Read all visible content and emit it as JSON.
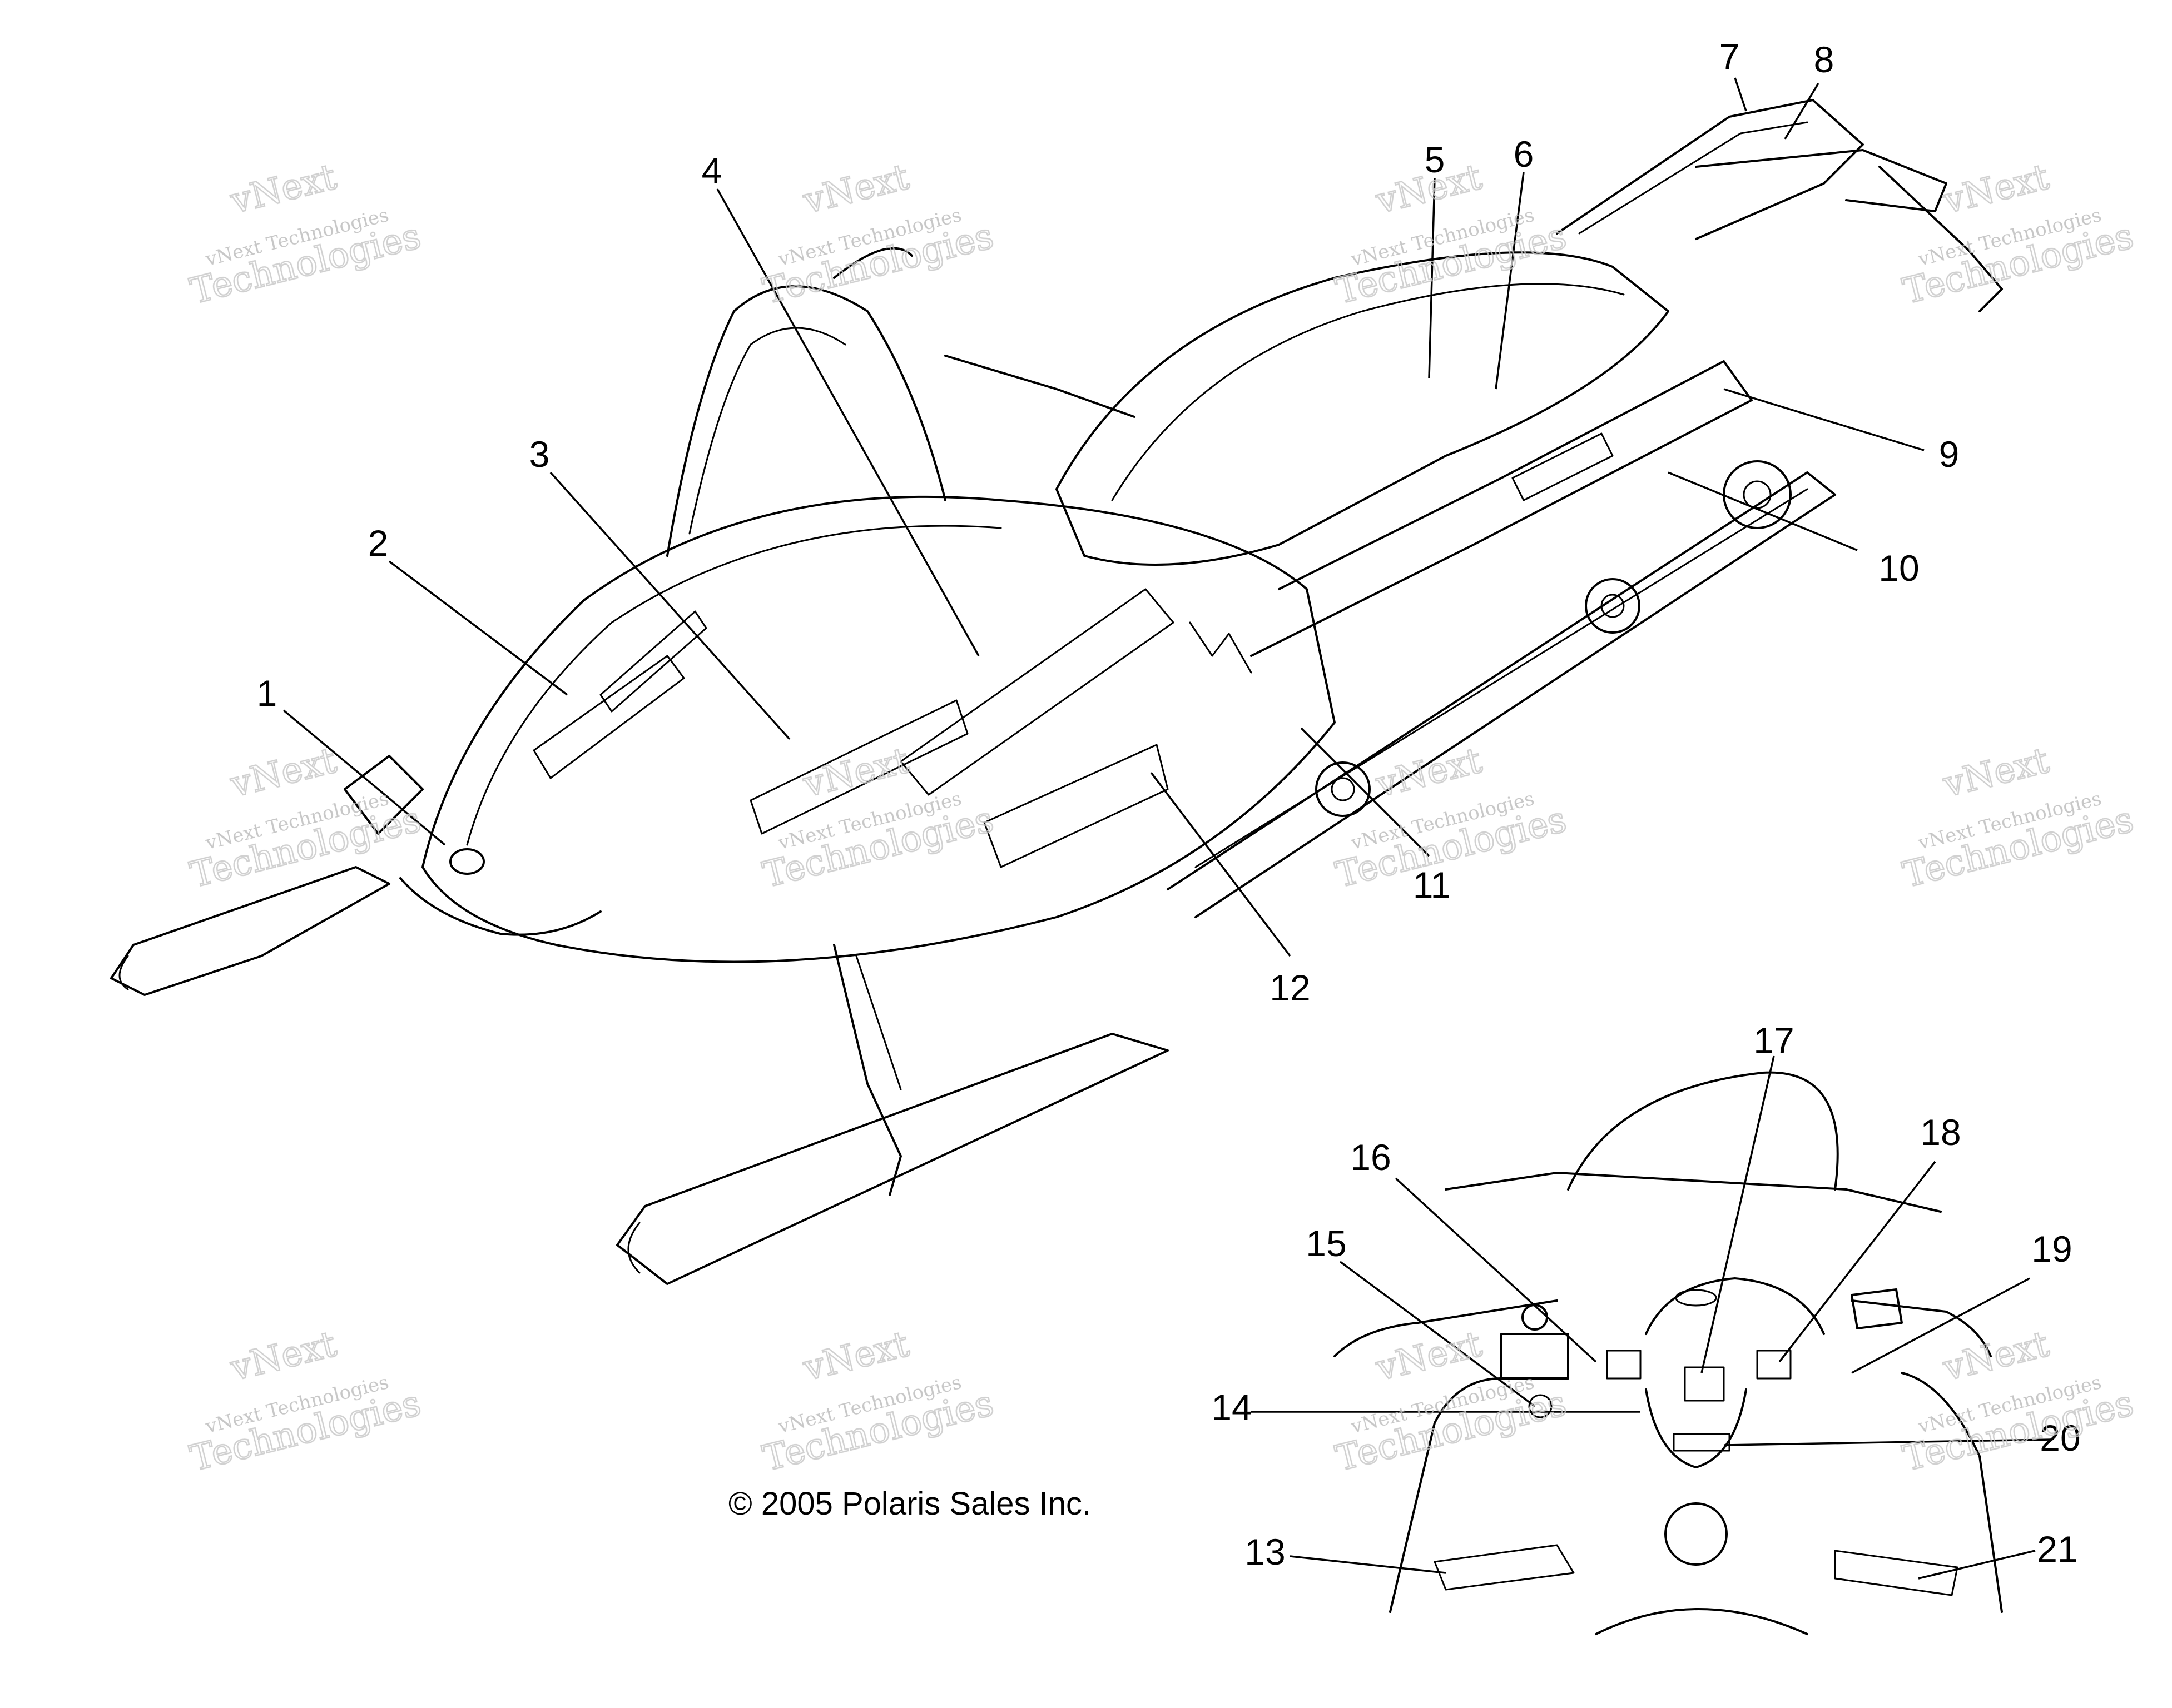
{
  "callouts": [
    {
      "label": "1"
    },
    {
      "label": "2"
    },
    {
      "label": "3"
    },
    {
      "label": "4"
    },
    {
      "label": "5"
    },
    {
      "label": "6"
    },
    {
      "label": "7"
    },
    {
      "label": "8"
    },
    {
      "label": "9"
    },
    {
      "label": "10"
    },
    {
      "label": "11"
    },
    {
      "label": "12"
    },
    {
      "label": "13"
    },
    {
      "label": "14"
    },
    {
      "label": "15"
    },
    {
      "label": "16"
    },
    {
      "label": "17"
    },
    {
      "label": "18"
    },
    {
      "label": "19"
    },
    {
      "label": "20"
    },
    {
      "label": "21"
    }
  ],
  "watermark": {
    "small": "vNext Technologies",
    "big": "Technologies",
    "top": "vNext"
  },
  "copyright": "© 2005 Polaris Sales Inc."
}
